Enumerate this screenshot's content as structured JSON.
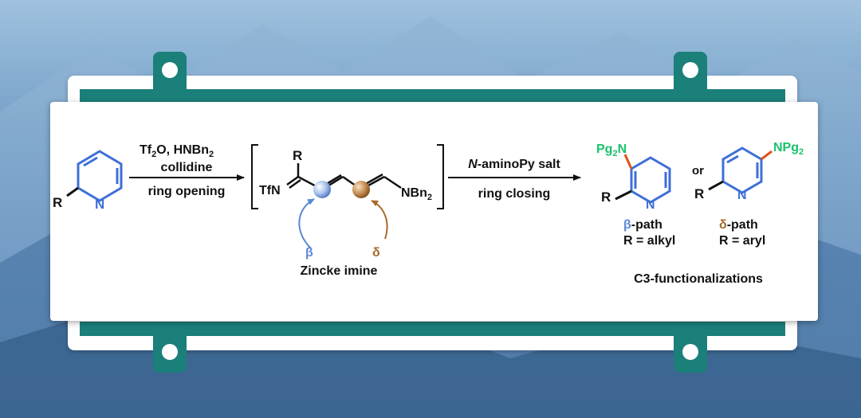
{
  "colors": {
    "teal": "#1b7f7a",
    "green_label": "#19c26b",
    "blue_ring": "#3e6fd8",
    "beta_blue": "#5a88d6",
    "delta_brown": "#a8692b",
    "nitrogen": "#3e6fd8"
  },
  "start_material": {
    "r_label": "R",
    "n_label": "N"
  },
  "arrow1": {
    "reagent_line1": "Tf",
    "reagent_line1_sub": "2",
    "reagent_line1_rest": "O, HNBn",
    "reagent_line1_sub2": "2",
    "reagent_line2": "collidine",
    "reagent_line3": "ring opening"
  },
  "intermediate": {
    "r_label": "R",
    "tfn_label": "TfN",
    "nbn_label": "NBn",
    "nbn_sub": "2",
    "beta_label": "β",
    "delta_label": "δ",
    "name": "Zincke imine"
  },
  "arrow2": {
    "reagent_italic": "N",
    "reagent_line1_rest": "-aminoPy salt",
    "reagent_line2": "ring closing"
  },
  "product_beta": {
    "pg_label": "Pg",
    "pg_sub": "2",
    "pg_n": "N",
    "r_label": "R",
    "n_label": "N",
    "path_symbol": "β",
    "path_text": "-path",
    "condition": "R = alkyl"
  },
  "connector": "or",
  "product_delta": {
    "pg_n": "NPg",
    "pg_sub": "2",
    "r_label": "R",
    "n_label": "N",
    "path_symbol": "δ",
    "path_text": "-path",
    "condition": "R = aryl"
  },
  "footer": "C3-functionalizations"
}
